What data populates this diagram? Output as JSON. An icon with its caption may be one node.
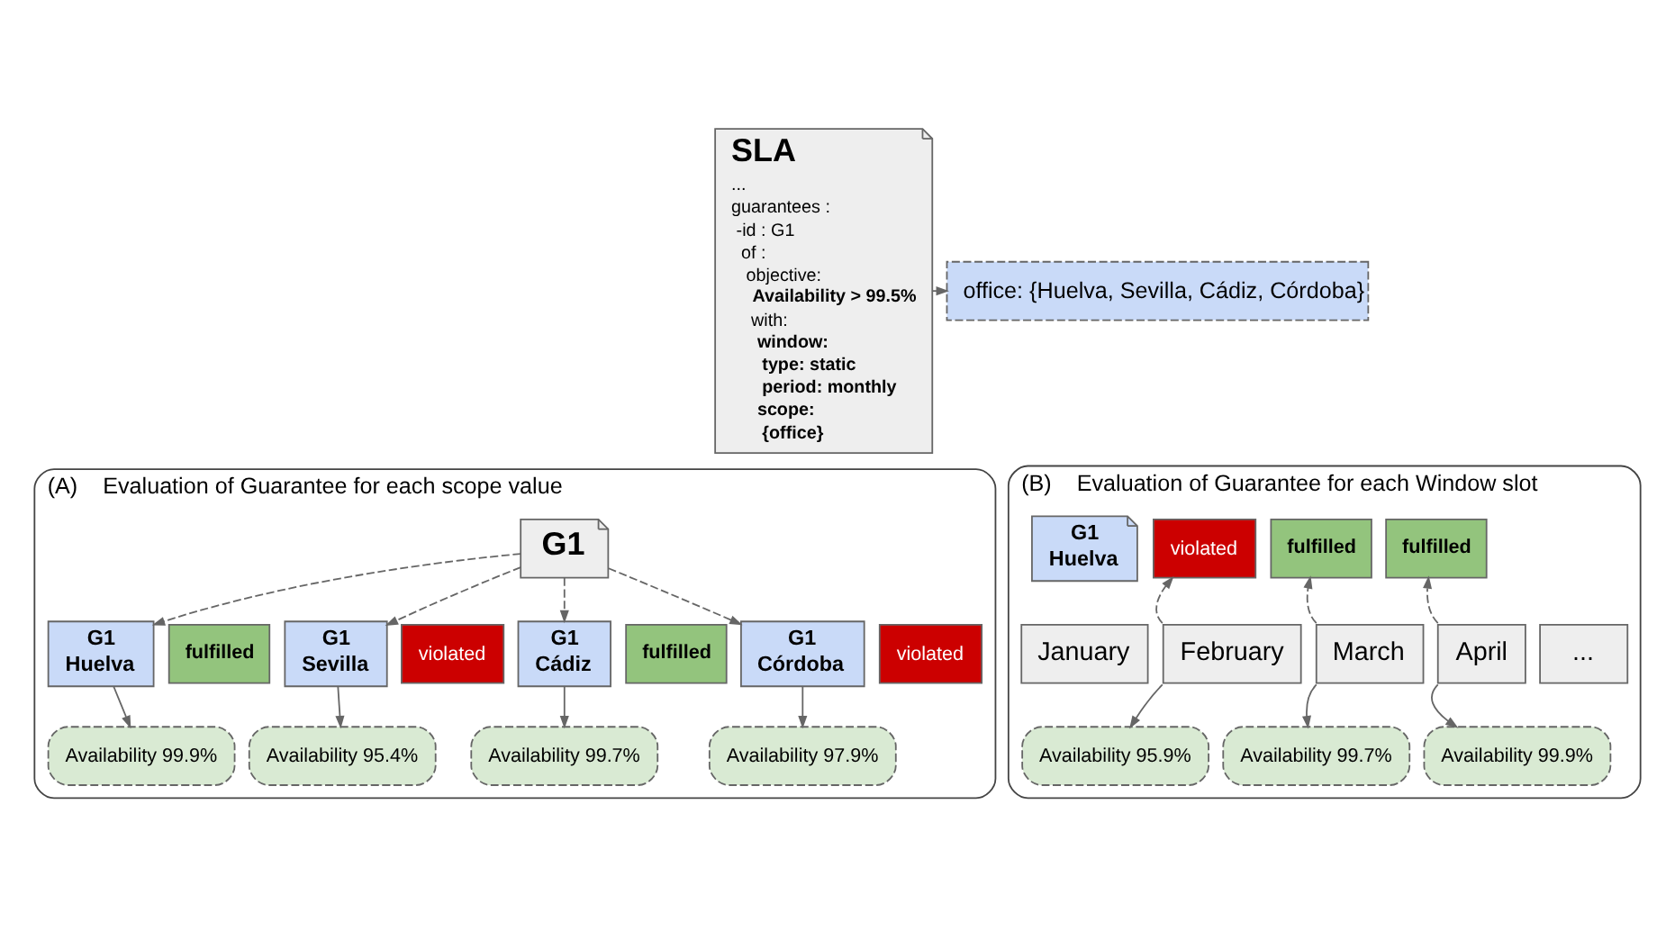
{
  "diagram": {
    "nodes": [
      {
        "text": [
          "SLA",
          "...",
          "guarantees :",
          "-id : G1",
          "of :",
          "objective:",
          "Availability > 99.5%",
          "with:",
          "window:",
          "type: static",
          "period: monthly",
          "scope:",
          "{office}"
        ]
      },
      {
        "text": [
          "office: {Huelva, Sevilla, Cádiz, Córdoba}"
        ]
      },
      {
        "text": [
          "(A)",
          "Evaluation of Guarantee for each scope value"
        ]
      },
      {
        "text": [
          "G1"
        ],
        "in": 2
      },
      {
        "text": [
          "G1",
          "Huelva"
        ],
        "in": 2
      },
      {
        "text": [
          "G1",
          "Sevilla"
        ],
        "in": 2
      },
      {
        "text": [
          "G1",
          "Cádiz"
        ],
        "in": 2
      },
      {
        "text": [
          "G1",
          "Córdoba"
        ],
        "in": 2
      },
      {
        "text": [
          "fulfilled"
        ],
        "in": 2
      },
      {
        "text": [
          "violated"
        ],
        "in": 2
      },
      {
        "text": [
          "fulfilled"
        ],
        "in": 2
      },
      {
        "text": [
          "violated"
        ],
        "in": 2
      },
      {
        "text": [
          "Availability 99.9%"
        ],
        "in": 2
      },
      {
        "text": [
          "Availability 95.4%"
        ],
        "in": 2
      },
      {
        "text": [
          "Availability 99.7%"
        ],
        "in": 2
      },
      {
        "text": [
          "Availability 97.9%"
        ],
        "in": 2
      },
      {
        "text": [
          "(B)",
          "Evaluation of Guarantee for each Window slot"
        ]
      },
      {
        "text": [
          "G1",
          "Huelva"
        ],
        "in": 16
      },
      {
        "text": [
          "violated"
        ],
        "in": 16
      },
      {
        "text": [
          "fulfilled"
        ],
        "in": 16
      },
      {
        "text": [
          "fulfilled"
        ],
        "in": 16
      },
      {
        "text": [
          "January"
        ],
        "in": 16
      },
      {
        "text": [
          "February"
        ],
        "in": 16
      },
      {
        "text": [
          "March"
        ],
        "in": 16
      },
      {
        "text": [
          "April"
        ],
        "in": 16
      },
      {
        "text": [
          "..."
        ],
        "in": 16
      },
      {
        "text": [
          "Availability 95.9%"
        ],
        "in": 16
      },
      {
        "text": [
          "Availability 99.7%"
        ],
        "in": 16
      },
      {
        "text": [
          "Availability 99.9%"
        ],
        "in": 16
      }
    ],
    "edges": [
      {
        "from": 0,
        "to": 1,
        "arrow": "to",
        "style": "dashed"
      },
      {
        "from": 3,
        "to": 4,
        "arrow": "to",
        "style": "dashed"
      },
      {
        "from": 3,
        "to": 5,
        "arrow": "to",
        "style": "dashed"
      },
      {
        "from": 3,
        "to": 6,
        "arrow": "to",
        "style": "dashed"
      },
      {
        "from": 3,
        "to": 7,
        "arrow": "to",
        "style": "dashed"
      },
      {
        "from": 4,
        "to": 12,
        "arrow": "to"
      },
      {
        "from": 5,
        "to": 13,
        "arrow": "to"
      },
      {
        "from": 6,
        "to": 14,
        "arrow": "to"
      },
      {
        "from": 7,
        "to": 15,
        "arrow": "to"
      },
      {
        "from": 22,
        "to": 26,
        "arrow": "to"
      },
      {
        "from": 22,
        "to": 18,
        "arrow": "to",
        "style": "dashed"
      },
      {
        "from": 23,
        "to": 27,
        "arrow": "to"
      },
      {
        "from": 23,
        "to": 19,
        "arrow": "to",
        "style": "dashed"
      },
      {
        "from": 24,
        "to": 28,
        "arrow": "to"
      },
      {
        "from": 24,
        "to": 20,
        "arrow": "to",
        "style": "dashed"
      }
    ]
  }
}
